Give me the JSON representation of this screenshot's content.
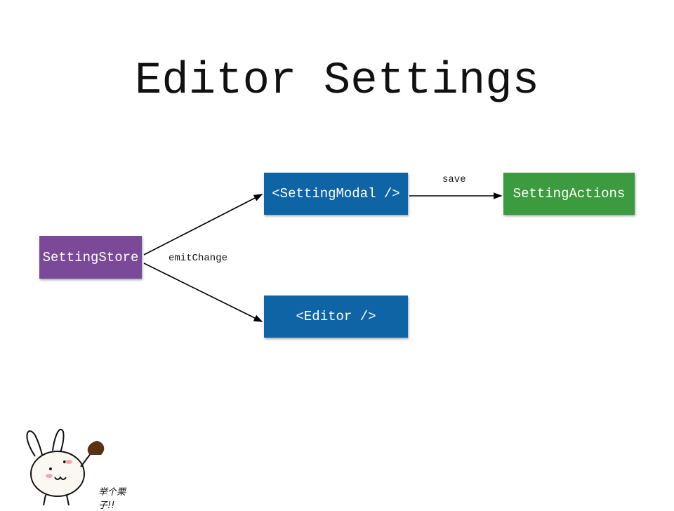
{
  "title": "Editor Settings",
  "nodes": {
    "store": {
      "label": "SettingStore",
      "color": "#7a4a98"
    },
    "modal": {
      "label": "<SettingModal />",
      "color": "#0f64a6"
    },
    "editor": {
      "label": "<Editor />",
      "color": "#0f64a6"
    },
    "actions": {
      "label": "SettingActions",
      "color": "#3b9b3e"
    }
  },
  "edges": {
    "emit_label": "emitChange",
    "save_label": "save"
  },
  "mascot": {
    "caption": "举个栗子!!"
  }
}
